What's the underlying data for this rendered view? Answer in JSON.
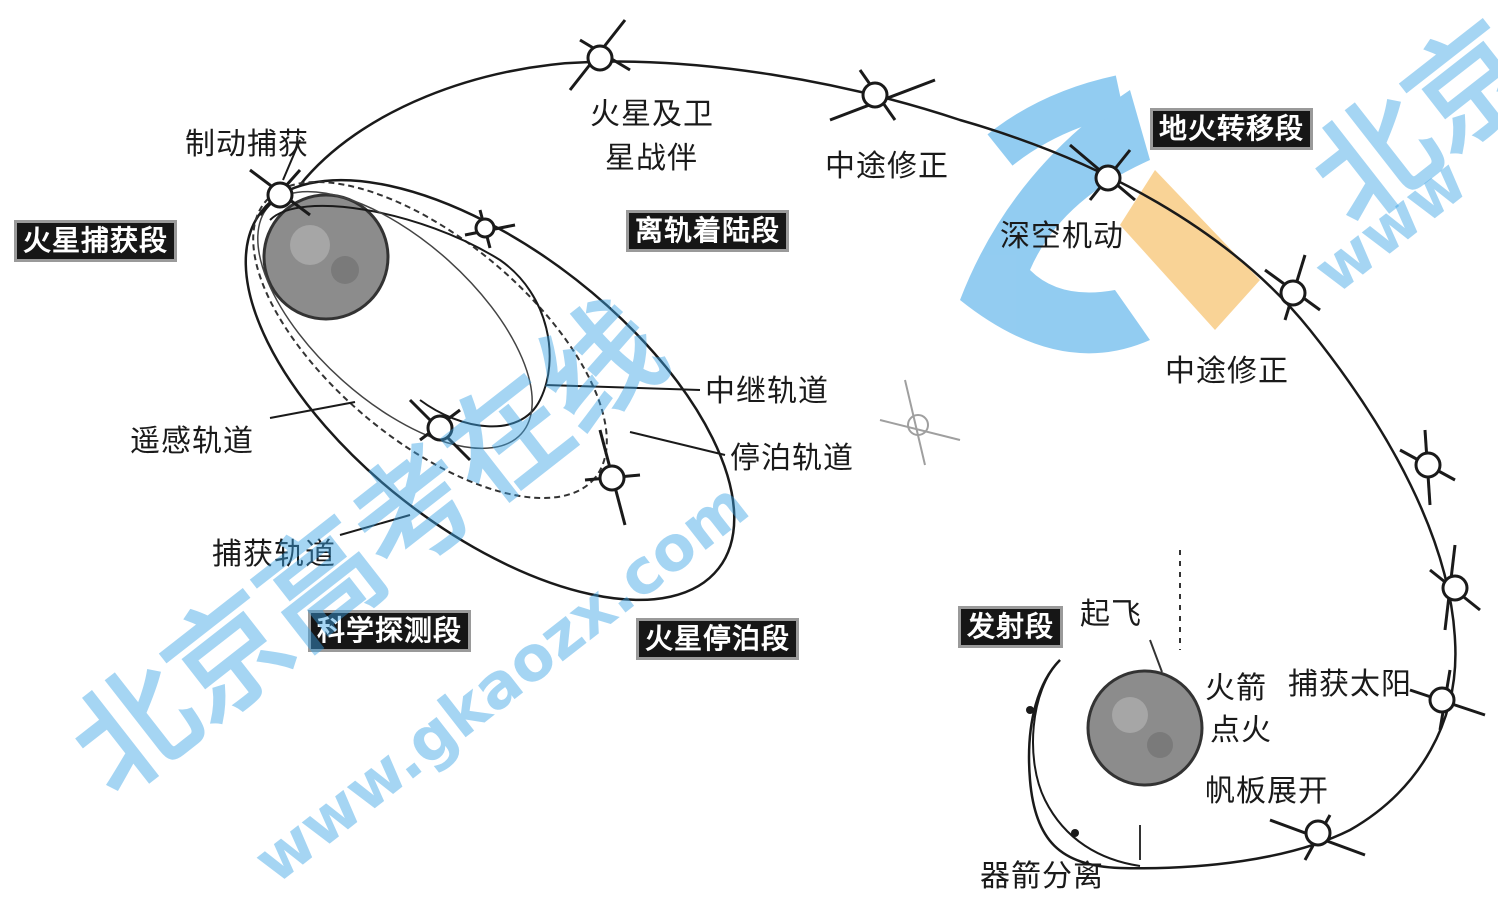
{
  "phase_tags": {
    "mars_capture": "火星捕获段",
    "deorbit_landing": "离轨着陆段",
    "earth_mars_transfer": "地火转移段",
    "science_exploration": "科学探测段",
    "mars_parking": "火星停泊段",
    "launch": "发射段"
  },
  "labels": {
    "braking_capture": "制动捕获",
    "lander_separation": [
      "火星及卫",
      "星战伴"
    ],
    "midcourse_correction_1": "中途修正",
    "deep_space_maneuver": "深空机动",
    "midcourse_correction_2": "中途修正",
    "mid_orbit": "中继轨道",
    "parking_orbit": "停泊轨道",
    "remote_sensing_orbit": "遥感轨道",
    "capture_orbit": "捕获轨道",
    "liftoff": "起飞",
    "rocket_ignition": [
      "火箭",
      "点火"
    ],
    "capture_sun": "捕获太阳",
    "panel_deploy": "帆板展开",
    "stage_separation": "器箭分离"
  },
  "watermark": {
    "main": "北京高考在线",
    "url": "www.gkaozx.com",
    "corner": "北京",
    "corner_url": "www"
  },
  "colors": {
    "line": "#1a1a1a",
    "planet": "#8a8a8a",
    "watermark_blue": "#3aa3e6",
    "watermark_orange": "#f5b041"
  }
}
